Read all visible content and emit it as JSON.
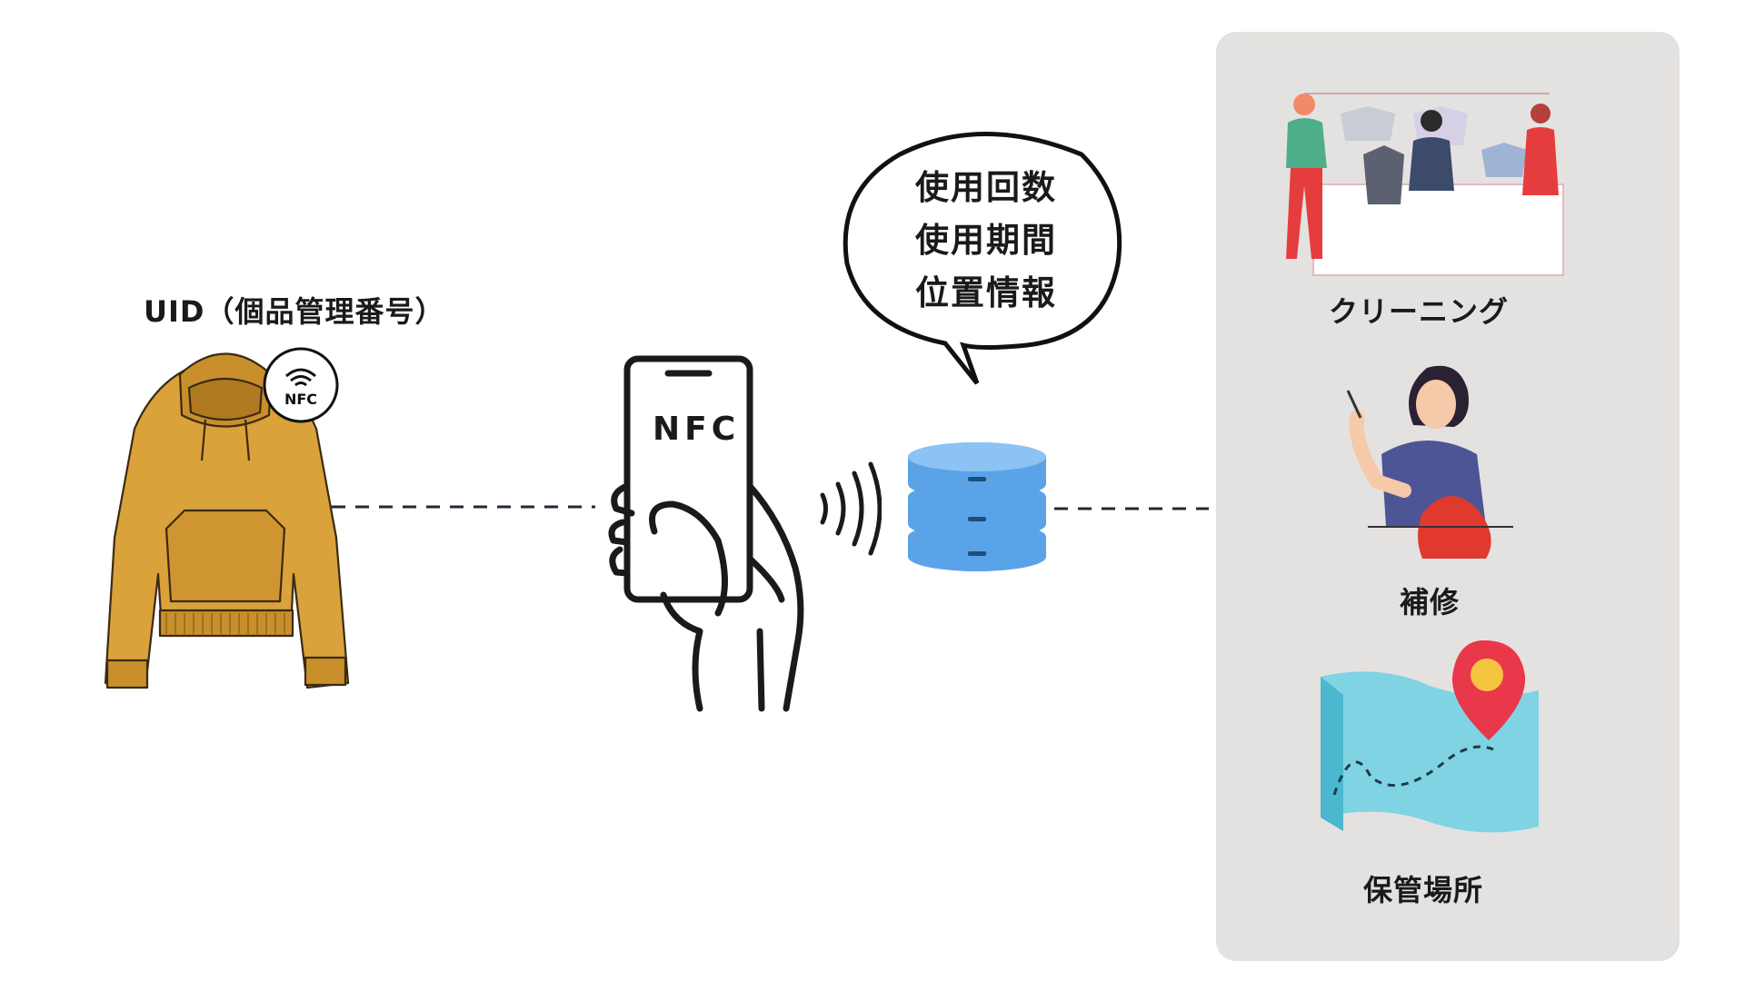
{
  "tag": {
    "uid_label": "UID（個品管理番号）",
    "nfc_badge": "NFC"
  },
  "phone": {
    "screen_text": "NFC"
  },
  "bubble": {
    "lines": [
      "使用回数",
      "使用期間",
      "位置情報"
    ]
  },
  "services": [
    {
      "label": "クリーニング",
      "icon": "dry-cleaning-shop"
    },
    {
      "label": "補修",
      "icon": "sewing-woman"
    },
    {
      "label": "保管場所",
      "icon": "map-pin"
    }
  ],
  "colors": {
    "hoodie": "#d9a23a",
    "database": "#5aa3e8",
    "panel": "#e4e2e0",
    "pin": "#e8384a",
    "map": "#7fd3e3"
  }
}
